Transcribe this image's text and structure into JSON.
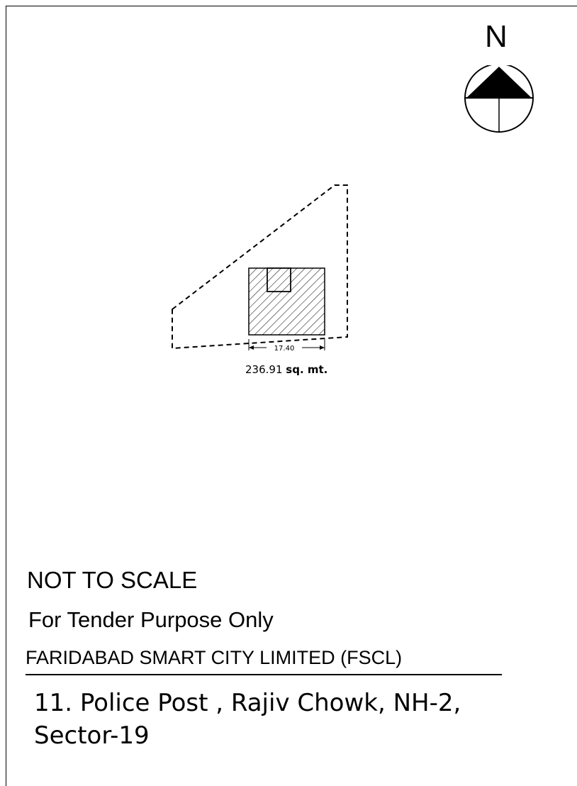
{
  "north": {
    "letter": "N",
    "icon": "north-arrow-icon"
  },
  "plan": {
    "dimension": "17.40",
    "area_value": "236.91",
    "area_unit": "sq. mt."
  },
  "notes": {
    "scale": "NOT TO SCALE",
    "purpose": "For Tender Purpose Only",
    "organisation": "FARIDABAD SMART CITY LIMITED (FSCL)"
  },
  "project": {
    "line1": "11. Police Post , Rajiv Chowk, NH-2,",
    "line2": "Sector-19"
  }
}
